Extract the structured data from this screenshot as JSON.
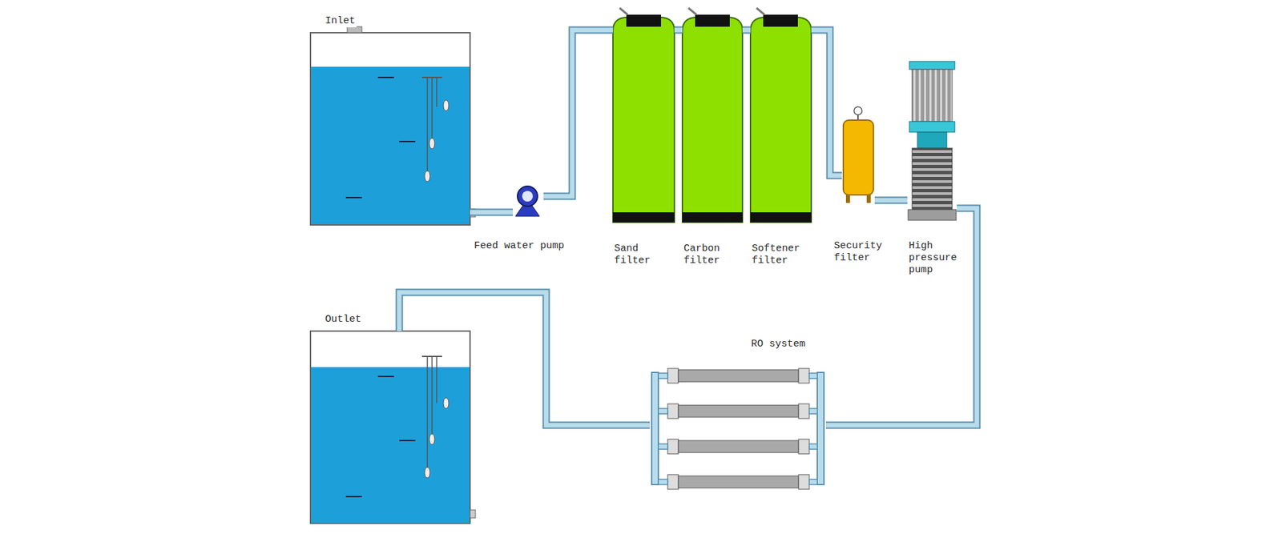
{
  "diagram": {
    "nodes": [
      {
        "text": [
          "Inlet"
        ]
      },
      {
        "text": [
          "Feed water pump"
        ]
      },
      {
        "text": [
          "Sand filter"
        ]
      },
      {
        "text": [
          "Carbon filter"
        ]
      },
      {
        "text": [
          "Softener filter"
        ]
      },
      {
        "text": [
          "Security filter"
        ]
      },
      {
        "text": [
          "High pressure pump"
        ]
      },
      {
        "text": [
          "RO system"
        ]
      },
      {
        "text": [
          "Outlet"
        ]
      }
    ],
    "edges": [
      {
        "from": 0,
        "to": 1,
        "arrow": "none"
      },
      {
        "from": 1,
        "to": 2,
        "arrow": "none"
      },
      {
        "from": 2,
        "to": 3,
        "arrow": "none"
      },
      {
        "from": 3,
        "to": 4,
        "arrow": "none"
      },
      {
        "from": 4,
        "to": 5,
        "arrow": "none"
      },
      {
        "from": 5,
        "to": 6,
        "arrow": "none"
      },
      {
        "from": 6,
        "to": 7,
        "arrow": "none"
      },
      {
        "from": 7,
        "to": 8,
        "arrow": "none"
      }
    ]
  }
}
